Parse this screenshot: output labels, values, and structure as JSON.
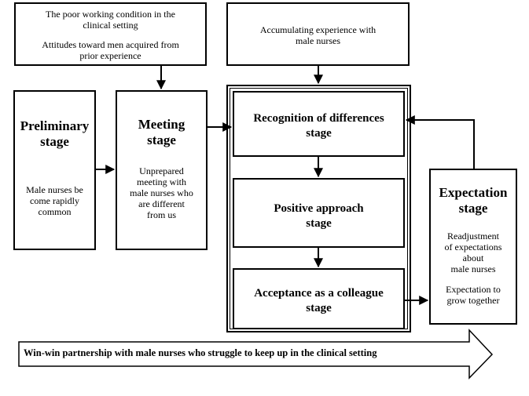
{
  "top_left_note": {
    "line1": "The poor working condition in the",
    "line2": "clinical setting",
    "line3": "Attitudes toward men acquired from",
    "line4": "prior experience"
  },
  "top_center_note": {
    "line1": "Accumulating experience with",
    "line2": "male nurses"
  },
  "preliminary": {
    "title1": "Preliminary",
    "title2": "stage",
    "body1": "Male nurses be",
    "body2": "come rapidly",
    "body3": "common"
  },
  "meeting": {
    "title1": "Meeting",
    "title2": "stage",
    "body1": "Unprepared",
    "body2": "meeting with",
    "body3": "male nurses who",
    "body4": "are different",
    "body5": "from us"
  },
  "recognition": {
    "title1": "Recognition of differences",
    "title2": "stage"
  },
  "positive": {
    "title1": "Positive approach",
    "title2": "stage"
  },
  "acceptance": {
    "title1": "Acceptance as a colleague",
    "title2": "stage"
  },
  "expectation": {
    "title1": "Expectation",
    "title2": "stage",
    "body1": "Readjustment",
    "body2": "of expectations",
    "body3": "about",
    "body4": "male nurses",
    "body5": "Expectation to",
    "body6": "grow together"
  },
  "banner": {
    "text": "Win-win partnership with male nurses who struggle to keep up in the clinical setting"
  }
}
